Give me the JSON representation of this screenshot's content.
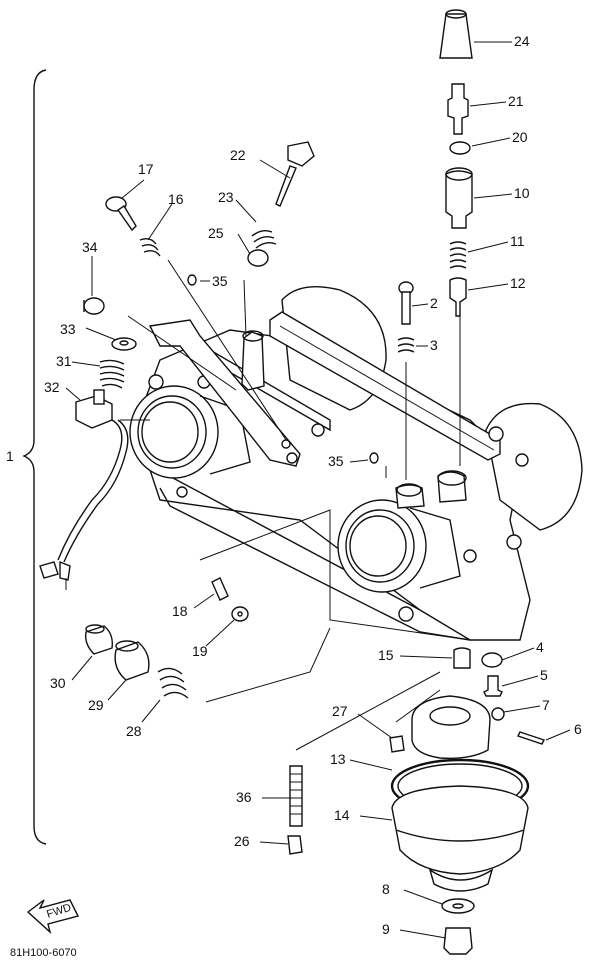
{
  "diagram": {
    "drawing_code": "81H100-6070",
    "fwd_label": "FWD",
    "bracket_label": "1",
    "parts": [
      {
        "id": "p2",
        "label": "2"
      },
      {
        "id": "p3",
        "label": "3"
      },
      {
        "id": "p4",
        "label": "4"
      },
      {
        "id": "p5",
        "label": "5"
      },
      {
        "id": "p6",
        "label": "6"
      },
      {
        "id": "p7",
        "label": "7"
      },
      {
        "id": "p8",
        "label": "8"
      },
      {
        "id": "p9",
        "label": "9"
      },
      {
        "id": "p10",
        "label": "10"
      },
      {
        "id": "p11",
        "label": "11"
      },
      {
        "id": "p12",
        "label": "12"
      },
      {
        "id": "p13",
        "label": "13"
      },
      {
        "id": "p14",
        "label": "14"
      },
      {
        "id": "p15",
        "label": "15"
      },
      {
        "id": "p16",
        "label": "16"
      },
      {
        "id": "p17",
        "label": "17"
      },
      {
        "id": "p18",
        "label": "18"
      },
      {
        "id": "p19",
        "label": "19"
      },
      {
        "id": "p20",
        "label": "20"
      },
      {
        "id": "p21",
        "label": "21"
      },
      {
        "id": "p22",
        "label": "22"
      },
      {
        "id": "p23",
        "label": "23"
      },
      {
        "id": "p24",
        "label": "24"
      },
      {
        "id": "p25",
        "label": "25"
      },
      {
        "id": "p26",
        "label": "26"
      },
      {
        "id": "p27",
        "label": "27"
      },
      {
        "id": "p28",
        "label": "28"
      },
      {
        "id": "p29",
        "label": "29"
      },
      {
        "id": "p30",
        "label": "30"
      },
      {
        "id": "p31",
        "label": "31"
      },
      {
        "id": "p32",
        "label": "32"
      },
      {
        "id": "p33",
        "label": "33"
      },
      {
        "id": "p34",
        "label": "34"
      },
      {
        "id": "p35a",
        "label": "35"
      },
      {
        "id": "p35b",
        "label": "35"
      },
      {
        "id": "p36",
        "label": "36"
      }
    ]
  }
}
